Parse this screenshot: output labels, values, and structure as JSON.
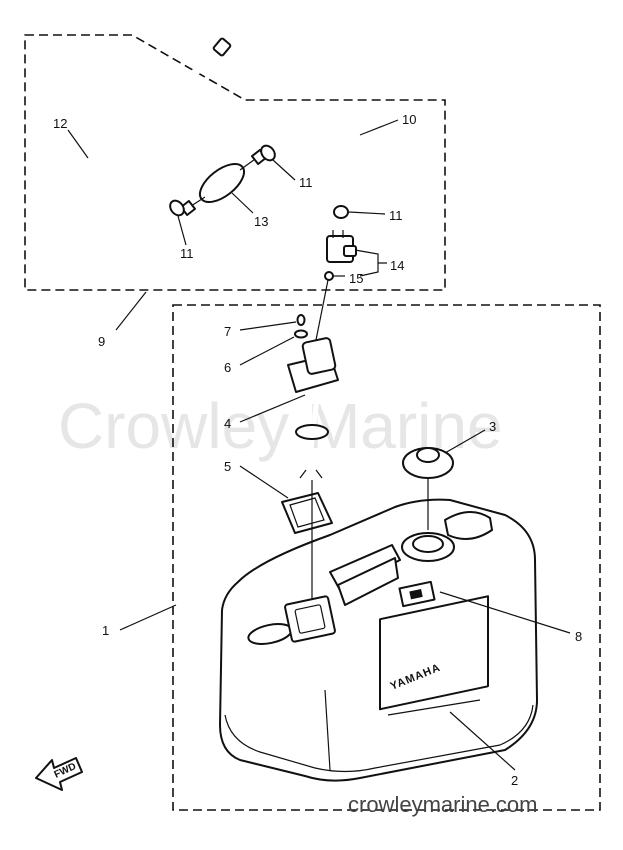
{
  "watermark": "Crowley Marine",
  "site_url": "crowleymarine.com",
  "fwd_label": "FWD",
  "brand_label": "YAMAHA",
  "callouts": [
    {
      "id": "c1",
      "label": "1"
    },
    {
      "id": "c2",
      "label": "2"
    },
    {
      "id": "c3",
      "label": "3"
    },
    {
      "id": "c4",
      "label": "4"
    },
    {
      "id": "c5",
      "label": "5"
    },
    {
      "id": "c6",
      "label": "6"
    },
    {
      "id": "c7",
      "label": "7"
    },
    {
      "id": "c8",
      "label": "8"
    },
    {
      "id": "c9",
      "label": "9"
    },
    {
      "id": "c10",
      "label": "10"
    },
    {
      "id": "c11a",
      "label": "11"
    },
    {
      "id": "c11b",
      "label": "11"
    },
    {
      "id": "c11c",
      "label": "11"
    },
    {
      "id": "c12",
      "label": "12"
    },
    {
      "id": "c13",
      "label": "13"
    },
    {
      "id": "c14",
      "label": "14"
    },
    {
      "id": "c15",
      "label": "15"
    }
  ]
}
